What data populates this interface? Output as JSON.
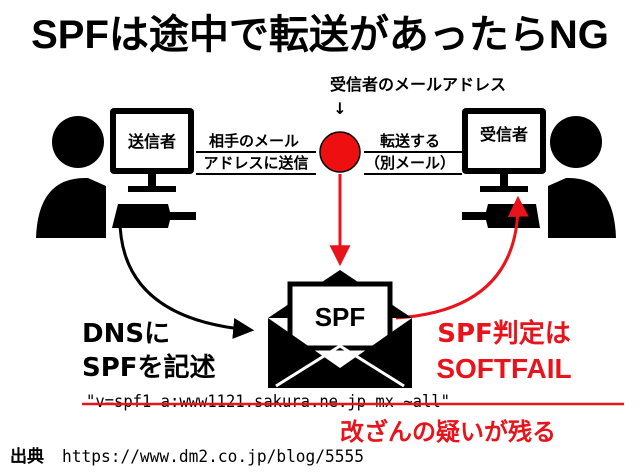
{
  "title": "SPFは途中で転送があったらNG",
  "label_receiver_address": "受信者のメールアドレス",
  "down_arrow_glyph": "↓",
  "sender_label": "送信者",
  "receiver_label": "受信者",
  "send_line1": "相手のメール",
  "send_line2": "アドレスに送信",
  "forward_line1": "転送する",
  "forward_line2": "（別メール）",
  "envelope_label": "SPF",
  "dns_line1": "DNSに",
  "dns_line2": "SPFを記述",
  "spf_record": "\"v=spf1 a:www1121.sakura.ne.jp mx ~all\"",
  "result_line1": "SPF判定は",
  "result_line2": "SOFTFAIL",
  "tamper_note": "改ざんの疑いが残る",
  "source_label": "出典",
  "source_url": "https://www.dm2.co.jp/blog/5555",
  "colors": {
    "accent_red": "#e8131b",
    "dot_red": "#ee1010",
    "text_black": "#000000"
  }
}
